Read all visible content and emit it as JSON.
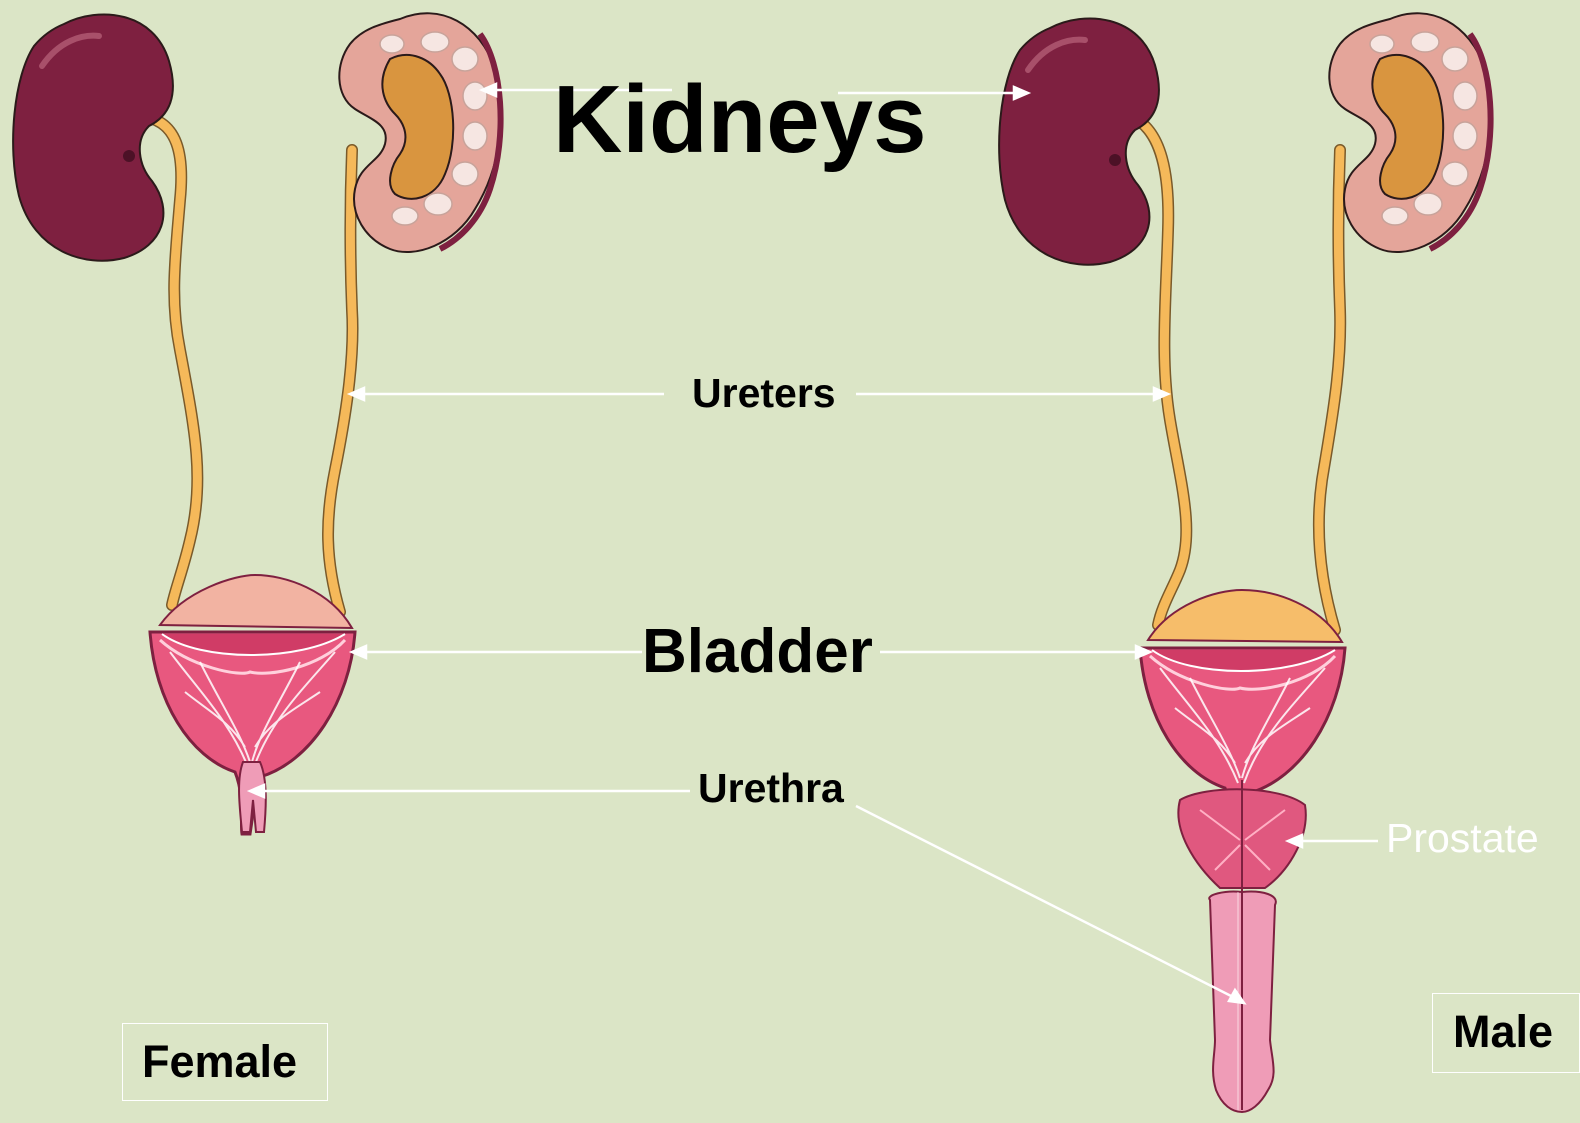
{
  "labels": {
    "kidneys": "Kidneys",
    "ureters": "Ureters",
    "bladder": "Bladder",
    "urethra": "Urethra",
    "prostate": "Prostate"
  },
  "panels": {
    "female": "Female",
    "male": "Male"
  },
  "colors": {
    "background": "#dbe5c6",
    "kidney_outer": "#7e2040",
    "kidney_cut": "#e4a59a",
    "renal_pelvis": "#d9953f",
    "ureter": "#f5b95a",
    "bladder_inner": "#e8587f",
    "bladder_cap_female": "#f2b3a2",
    "bladder_cap_male": "#f6bd6a",
    "prostate": "#e0587f",
    "urethra_male": "#ef9cb7",
    "pointer_line": "#ffffff"
  }
}
